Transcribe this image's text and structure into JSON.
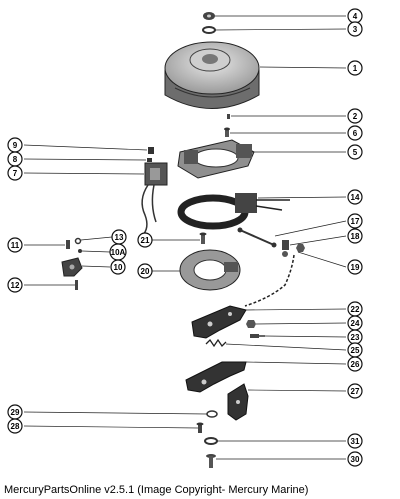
{
  "caption": "MercuryPartsOnline v2.5.1 (Image Copyright- Mercury Marine)",
  "callouts": [
    "4",
    "3",
    "1",
    "2",
    "6",
    "5",
    "9",
    "8",
    "7",
    "14",
    "17",
    "18",
    "13",
    "11",
    "10A",
    "10",
    "21",
    "20",
    "19",
    "12",
    "22",
    "24",
    "23",
    "25",
    "26",
    "27",
    "29",
    "28",
    "31",
    "30"
  ]
}
